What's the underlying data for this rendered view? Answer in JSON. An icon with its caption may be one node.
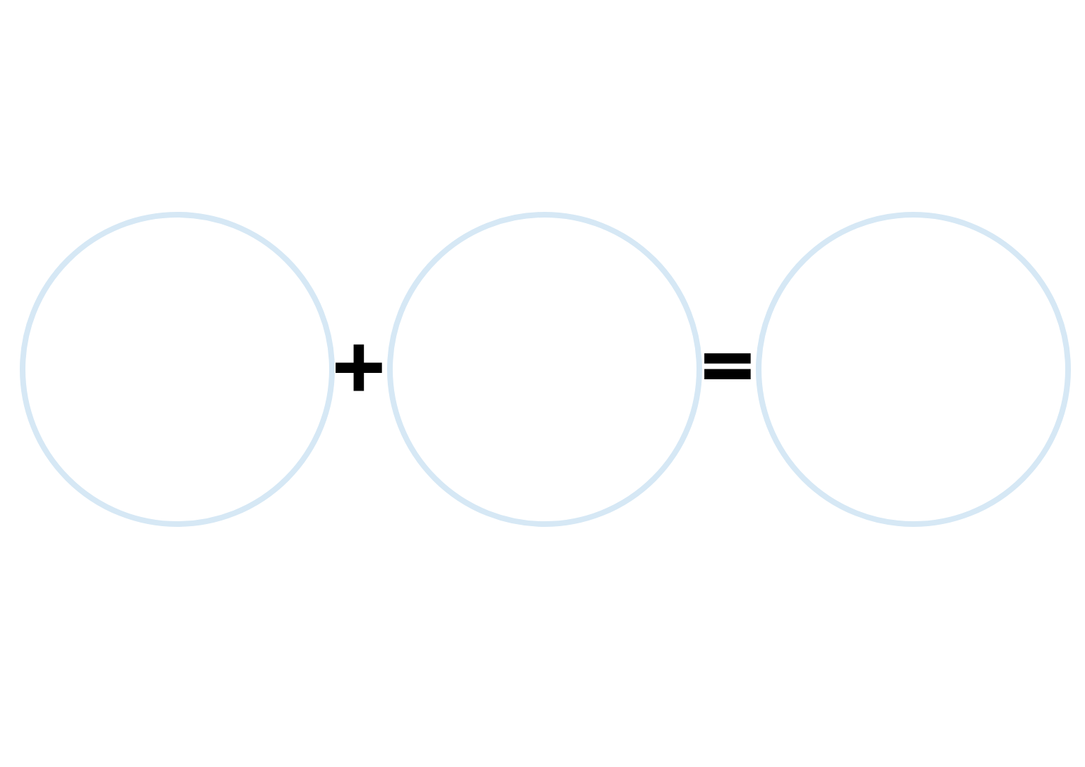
{
  "diagram": {
    "nodes": [
      {
        "text": [],
        "shape": "circle"
      },
      {
        "text": [],
        "shape": "circle"
      },
      {
        "text": [],
        "shape": "circle"
      }
    ],
    "labels": [
      "+",
      "="
    ]
  }
}
